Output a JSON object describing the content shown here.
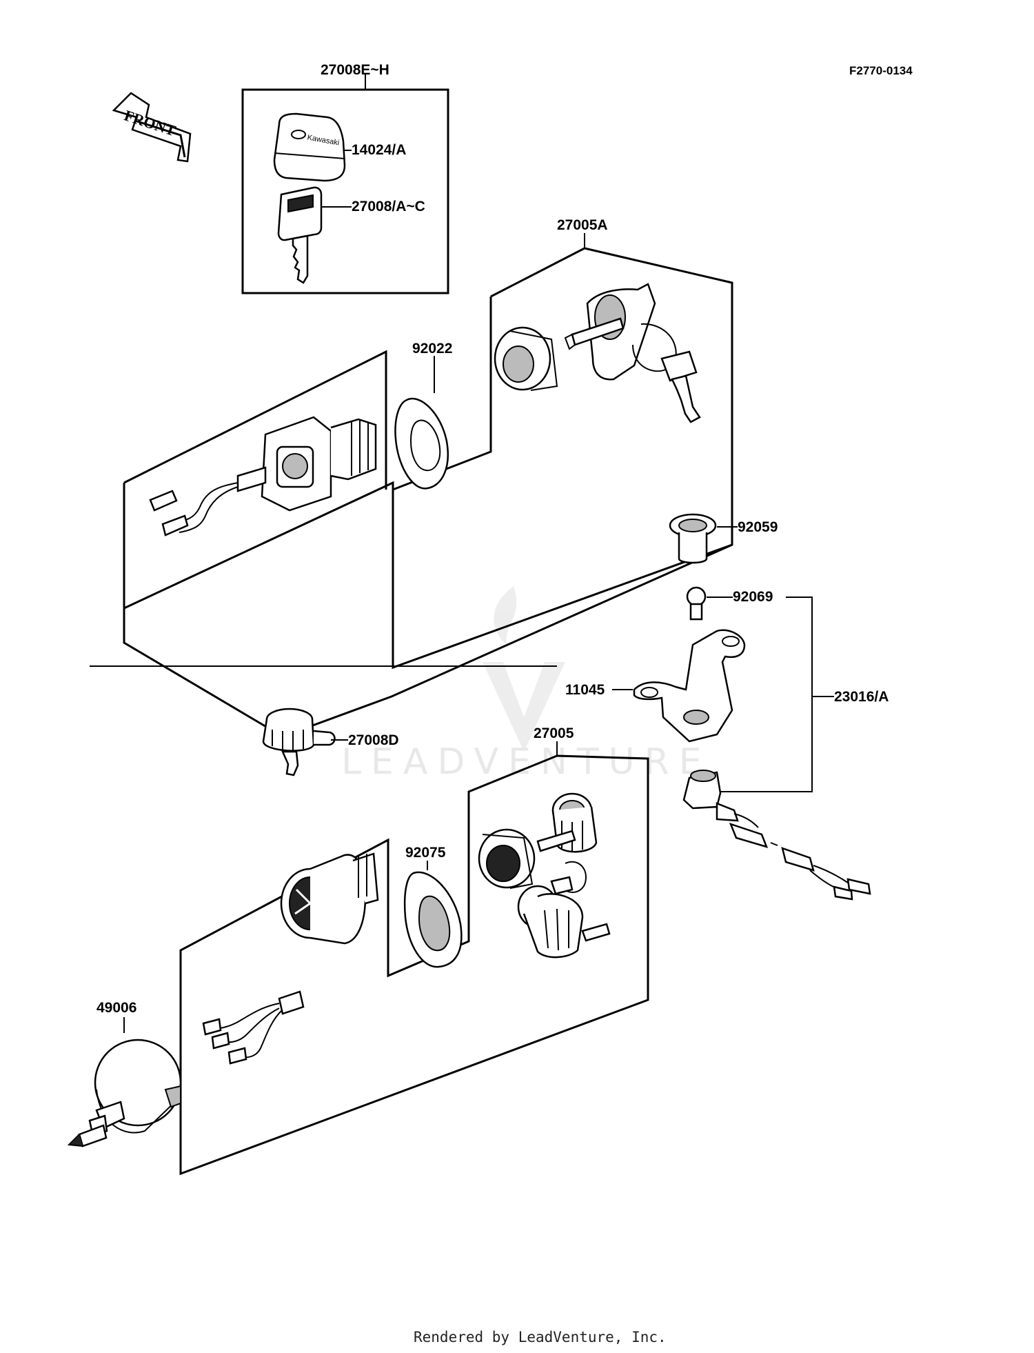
{
  "figure_id": "F2770-0134",
  "front_arrow": "FRONT",
  "watermark": "LEADVENTURE",
  "footer": "Rendered by LeadVenture, Inc.",
  "key_logo_text": "Kawasaki",
  "parts": {
    "p27008E_H": "27008E~H",
    "p14024A": "14024/A",
    "p27008A_C": "27008/A~C",
    "p27005A": "27005A",
    "p92022": "92022",
    "p92059": "92059",
    "p92069": "92069",
    "p11045": "11045",
    "p23016A": "23016/A",
    "p27008D": "27008D",
    "p27005": "27005",
    "p92075": "92075",
    "p49006": "49006"
  },
  "colors": {
    "line": "#000000",
    "watermark": "#e6e6e6",
    "background": "#ffffff"
  }
}
